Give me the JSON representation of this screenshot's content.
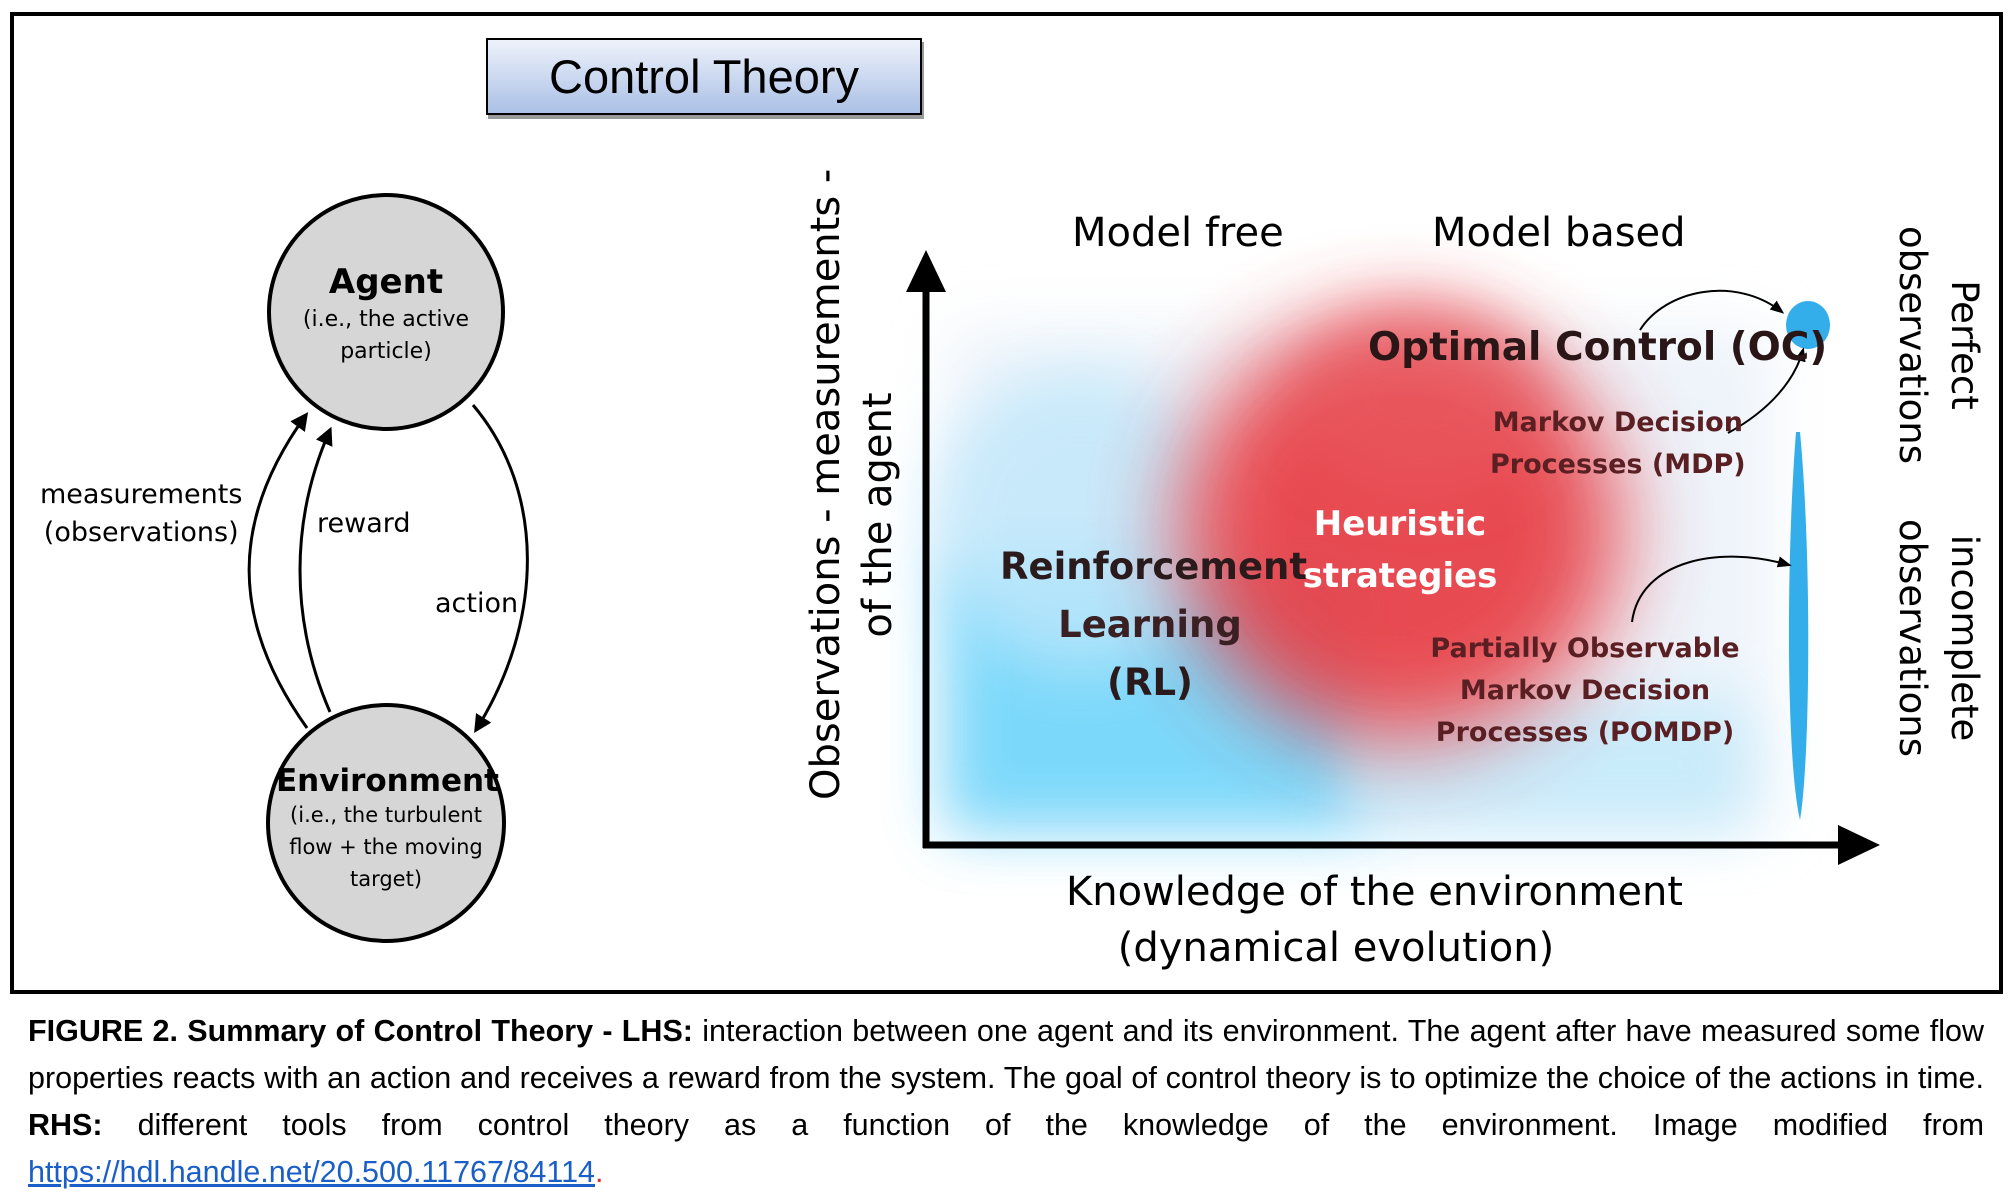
{
  "title": "Control Theory",
  "lhs": {
    "agent": {
      "title": "Agent",
      "sub_line1": "(i.e., the active",
      "sub_line2": "particle)"
    },
    "environment": {
      "title": "Environment",
      "sub_line1": "(i.e., the turbulent",
      "sub_line2": "flow + the moving",
      "sub_line3": "target)"
    },
    "edges": {
      "measurements_line1": "measurements",
      "measurements_line2": "(observations)",
      "reward": "reward",
      "action": "action"
    }
  },
  "rhs": {
    "y_axis_line1": "Observations - measurements -",
    "y_axis_line2": "of the agent",
    "x_axis_line1": "Knowledge of the environment",
    "x_axis_line2": "(dynamical evolution)",
    "model_free": "Model free",
    "model_based": "Model based",
    "perfect_line1": "Perfect",
    "perfect_line2": "observations",
    "incomplete_line1": "incomplete",
    "incomplete_line2": "observations",
    "methods": {
      "oc": "Optimal Control (OC)",
      "mdp_line1": "Markov Decision",
      "mdp_line2": "Processes  (MDP)",
      "heuristic_line1": "Heuristic",
      "heuristic_line2": "strategies",
      "rl_line1": "Reinforcement",
      "rl_line2": "Learning",
      "rl_line3": "(RL)",
      "pomdp_line1": "Partially Observable",
      "pomdp_line2": "Markov Decision",
      "pomdp_line3": "Processes (POMDP)"
    },
    "colors": {
      "blue_marker": "#33aeea",
      "heuristic_red": "#e8434a",
      "rl_blue": "#5fd0f8",
      "method_text": "#5a1f22"
    }
  },
  "caption": {
    "bold_lead": "FIGURE 2. Summary of Control Theory - LHS:",
    "text1": "  interaction between one agent and its environment. The agent after have measured some flow properties reacts with an action and receives a reward from the system. The goal of control theory is to optimize the choice of the actions in time. ",
    "bold_rhs": "RHS:",
    "text2": " different tools from control theory as a function of the knowledge of the environment. Image modified from ",
    "link": "https://hdl.handle.net/20.500.11767/84114",
    "end": "."
  }
}
